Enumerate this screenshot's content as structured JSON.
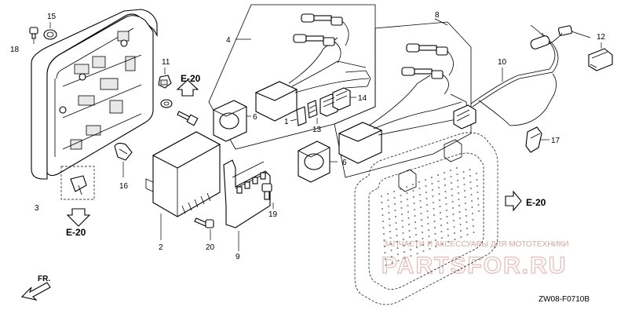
{
  "callouts": {
    "c1": "1",
    "c2": "2",
    "c3": "3",
    "c4": "4",
    "c6a": "6",
    "c6b": "6",
    "c8": "8",
    "c9": "9",
    "c10": "10",
    "c11": "11",
    "c12": "12",
    "c13": "13",
    "c14": "14",
    "c15": "15",
    "c16": "16",
    "c17": "17",
    "c18": "18",
    "c19": "19",
    "c20": "20"
  },
  "refs": {
    "e20_top": "E-20",
    "e20_left": "E-20",
    "e20_right": "E-20"
  },
  "front_label": "FR.",
  "diagram_code": "ZW08-F0710B",
  "watermark": {
    "tagline": "ЗАПЧАСТИ И АКСЕССУАРЫ ДЛЯ МОТОТЕХНИКИ",
    "brand": "PARTSFOR.RU"
  },
  "colors": {
    "line": "#000000",
    "watermark": "#e6b9b9"
  }
}
